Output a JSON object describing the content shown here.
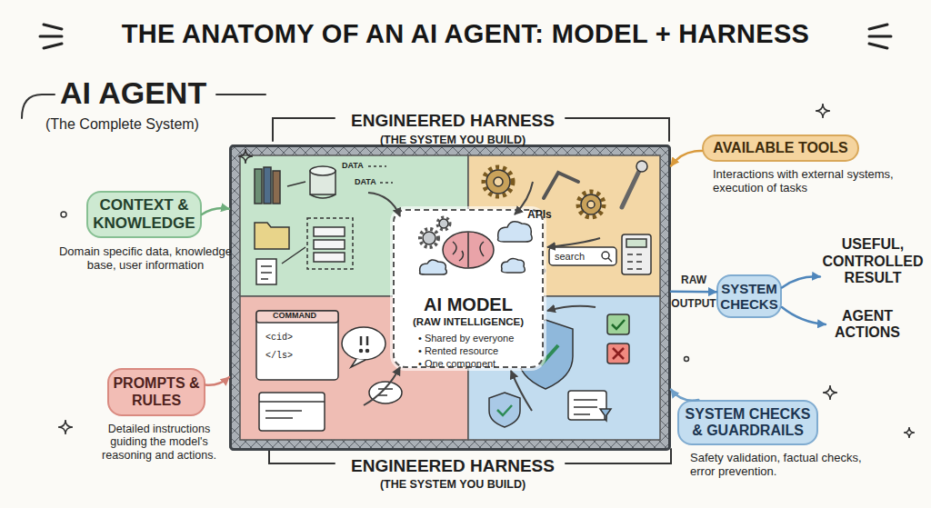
{
  "diagram": {
    "title": "THE ANATOMY OF AN AI AGENT: MODEL + HARNESS",
    "nodes": [
      {
        "text": [
          "ENGINEERED HARNESS",
          "(THE SYSTEM YOU BUILD)",
          "ENGINEERED HARNESS",
          "(THE SYSTEM YOU BUILD)"
        ]
      },
      {
        "text": [
          "AI MODEL",
          "(RAW INTELLIGENCE)",
          "• Shared by everyone",
          "• Rented resource",
          "• One component"
        ],
        "in": 0
      },
      {
        "text": [
          "CONTEXT & KNOWLEDGE",
          "Domain specific data, knowledge base, user information"
        ]
      },
      {
        "text": [
          "PROMPTS & RULES",
          "Detailed instructions guiding the model's reasoning and actions."
        ]
      },
      {
        "text": [
          "AVAILABLE TOOLS",
          "Interactions with external systems, execution of tasks"
        ]
      },
      {
        "text": [
          "SYSTEM CHECKS & GUARDRAILS",
          "Safety validation, factual checks, error prevention."
        ]
      },
      {
        "text": [
          "SYSTEM CHECKS"
        ]
      },
      {
        "text": [
          "USEFUL, CONTROLLED RESULT"
        ]
      },
      {
        "text": [
          "AGENT ACTIONS"
        ]
      }
    ],
    "edges": [
      {
        "from": 2,
        "to": 0,
        "arrow": "to"
      },
      {
        "from": 3,
        "to": 0,
        "arrow": "to"
      },
      {
        "from": 4,
        "to": 0,
        "arrow": "to"
      },
      {
        "from": 5,
        "to": 0,
        "arrow": "to"
      },
      {
        "from": 0,
        "to": 6,
        "label": "RAW OUTPUT",
        "arrow": "to"
      },
      {
        "from": 6,
        "to": 7,
        "arrow": "to"
      },
      {
        "from": 6,
        "to": 8,
        "arrow": "to"
      }
    ],
    "labels": [
      "AI AGENT",
      "(The Complete System)",
      "DATA",
      "DATA",
      "APIs",
      "search",
      "COMMAND",
      "<cid>",
      "</ls>"
    ]
  }
}
